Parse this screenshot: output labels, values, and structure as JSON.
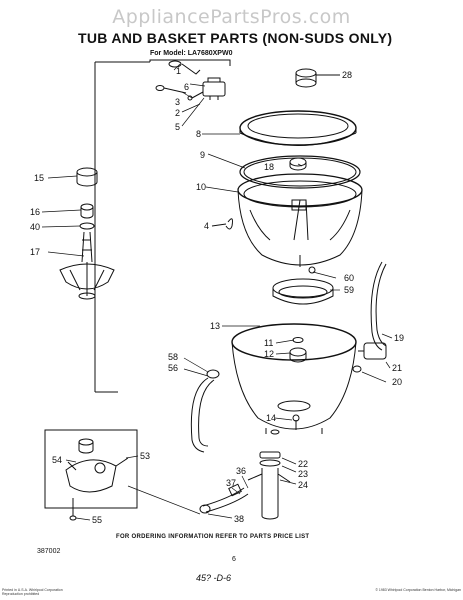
{
  "watermark": "AppliancePartsPros.com",
  "title": "TUB AND BASKET PARTS (NON-SUDS ONLY)",
  "model": "For Model: LA7680XPW0",
  "order_note": "FOR ORDERING INFORMATION REFER TO PARTS PRICE LIST",
  "part_number": "387002",
  "page_number": "6",
  "handwritten": "45? -D-6",
  "copyright_left": "Printed in U.S.A. Whirlpool Corporation Reproduction prohibited",
  "copyright_right": "© 1983 Whirlpool Corporation Benton Harbor, Michigan",
  "callouts": {
    "c28": "28",
    "c1": "1",
    "c6": "6",
    "c3": "3",
    "c2": "2",
    "c5": "5",
    "c8": "8",
    "c9": "9",
    "c18": "18",
    "c10": "10",
    "c4": "4",
    "c15": "15",
    "c16": "16",
    "c40": "40",
    "c17": "17",
    "c60": "60",
    "c59": "59",
    "c13": "13",
    "c19": "19",
    "c11": "11",
    "c12": "12",
    "c58": "58",
    "c56": "56",
    "c21": "21",
    "c20": "20",
    "c14": "14",
    "c54": "54",
    "c53": "53",
    "c22": "22",
    "c23": "23",
    "c24": "24",
    "c36": "36",
    "c37": "37",
    "c55": "55",
    "c38": "38"
  }
}
